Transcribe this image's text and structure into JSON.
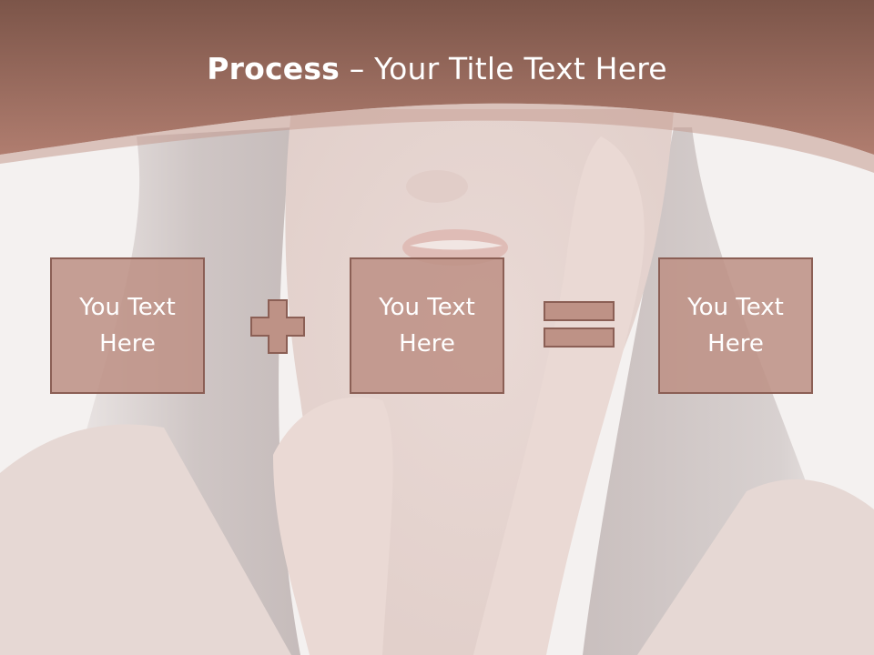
{
  "slide": {
    "title_bold": "Process",
    "title_rest": " – Your Title Text Here",
    "boxes": [
      {
        "text": "You Text\nHere"
      },
      {
        "text": "You Text\nHere"
      },
      {
        "text": "You Text\nHere"
      }
    ],
    "operators": [
      {
        "icon": "plus-icon"
      },
      {
        "icon": "equals-icon"
      }
    ]
  },
  "colors": {
    "header": "#a06a5c",
    "box_fill": "#be9286",
    "box_border": "#8b5f55",
    "text": "#ffffff"
  }
}
